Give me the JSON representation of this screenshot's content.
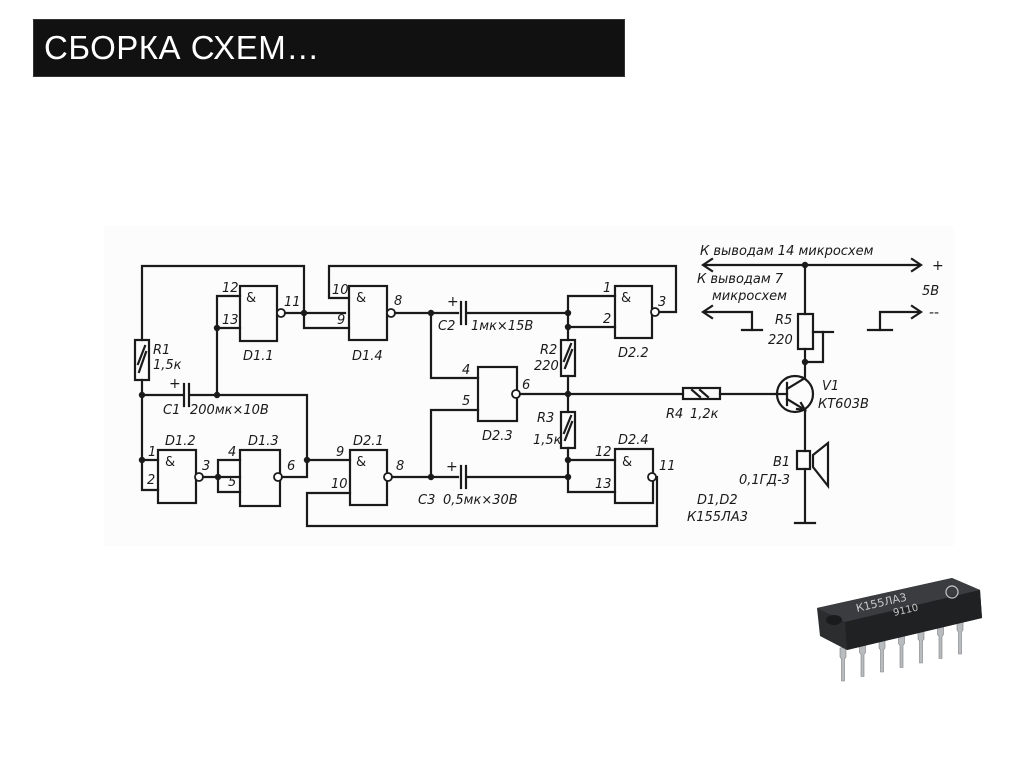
{
  "slide": {
    "title": "СБОРКА СХЕМ…"
  },
  "schematic": {
    "gates": {
      "d11": {
        "name": "D1.1",
        "symbol": "&",
        "pins": [
          "12",
          "13",
          "11"
        ]
      },
      "d12": {
        "name": "D1.2",
        "symbol": "&",
        "pins": [
          "1",
          "2",
          "3"
        ]
      },
      "d13": {
        "name": "D1.3",
        "pins": [
          "4",
          "5",
          "6"
        ]
      },
      "d14": {
        "name": "D1.4",
        "symbol": "&",
        "pins": [
          "10",
          "9",
          "8"
        ]
      },
      "d21": {
        "name": "D2.1",
        "symbol": "&",
        "pins": [
          "9",
          "10",
          "8"
        ]
      },
      "d22": {
        "name": "D2.2",
        "symbol": "&",
        "pins": [
          "1",
          "2",
          "3"
        ]
      },
      "d23": {
        "name": "D2.3",
        "pins": [
          "4",
          "5",
          "6"
        ]
      },
      "d24": {
        "name": "D2.4",
        "symbol": "&",
        "pins": [
          "12",
          "13",
          "11"
        ]
      }
    },
    "components": {
      "r1": {
        "name": "R1",
        "value": "1,5к"
      },
      "r2": {
        "name": "R2",
        "value": "220"
      },
      "r3": {
        "name": "R3",
        "value": "1,5к"
      },
      "r4": {
        "name": "R4",
        "value": "1,2к"
      },
      "r5": {
        "name": "R5",
        "value": "220"
      },
      "c1": {
        "name": "C1",
        "value": "200мк×10В",
        "polarity": "+"
      },
      "c2": {
        "name": "C2",
        "value": "1мк×15В",
        "polarity": "+"
      },
      "c3": {
        "name": "C3",
        "value": "0,5мк×30В",
        "polarity": "+"
      },
      "v1": {
        "name": "V1",
        "value": "КТ603В"
      },
      "b1": {
        "name": "B1",
        "value": "0,1ГД-3"
      }
    },
    "notes": {
      "ic_types_line1": "D1,D2",
      "ic_types_line2": "К155ЛА3",
      "pin14_label": "К выводам 14 микросхем",
      "pin7_label_line1": "К выводам 7",
      "pin7_label_line2": "микросхем",
      "plus": "+",
      "minus": "--",
      "voltage": "5В"
    }
  },
  "chip_photo": {
    "marking_line1": "К155ЛА3",
    "marking_line2": "9110",
    "body_color": "#2b2d2f",
    "pin_count_per_side": 7
  }
}
